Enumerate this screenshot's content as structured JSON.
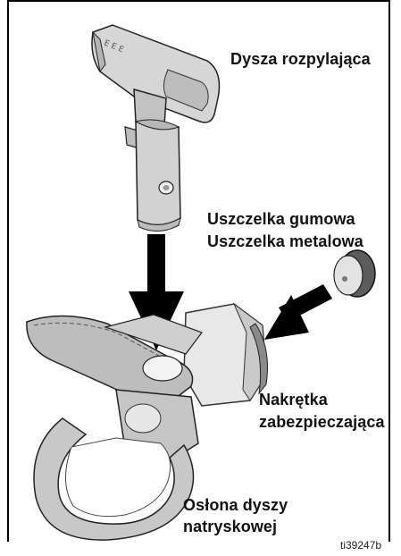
{
  "labels": {
    "spray_tip": "Dysza rozpylająca",
    "rubber_seal": "Uszczelka gumowa",
    "metal_seal": "Uszczelka metalowa",
    "retaining_nut_line1": "Nakrętka",
    "retaining_nut_line2": "zabezpieczająca",
    "guard_line1": "Osłona dyszy",
    "guard_line2": "natryskowej"
  },
  "figure_id": "ti39247b",
  "colors": {
    "border": "#000000",
    "part_fill": "#d4d4d4",
    "part_shade": "#a8a8a8",
    "part_dark": "#6e6e6e",
    "arrow": "#000000",
    "text": "#111111"
  }
}
